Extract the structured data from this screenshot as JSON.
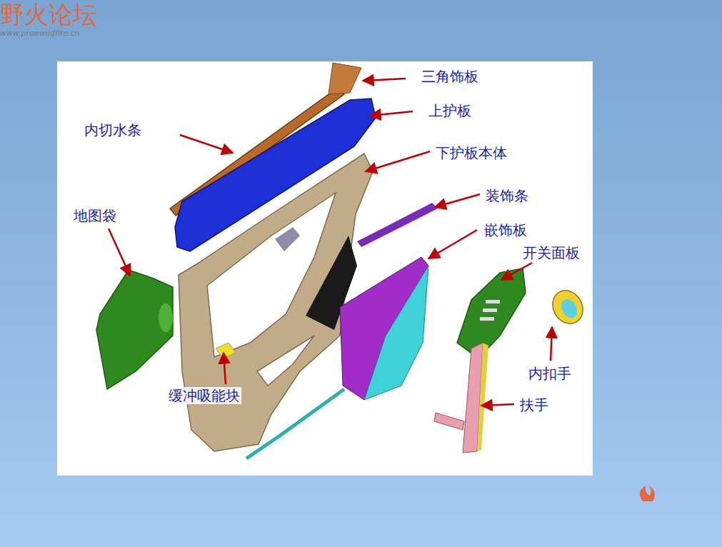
{
  "diagram": {
    "labels": [
      "三角饰板",
      "上护板",
      "内切水条",
      "下护板本体",
      "装饰条",
      "地图袋",
      "嵌饰板",
      "开关面板",
      "缓冲吸能块",
      "内扣手",
      "扶手",
      "野火论坛",
      "www.proewildfire.cn"
    ]
  }
}
